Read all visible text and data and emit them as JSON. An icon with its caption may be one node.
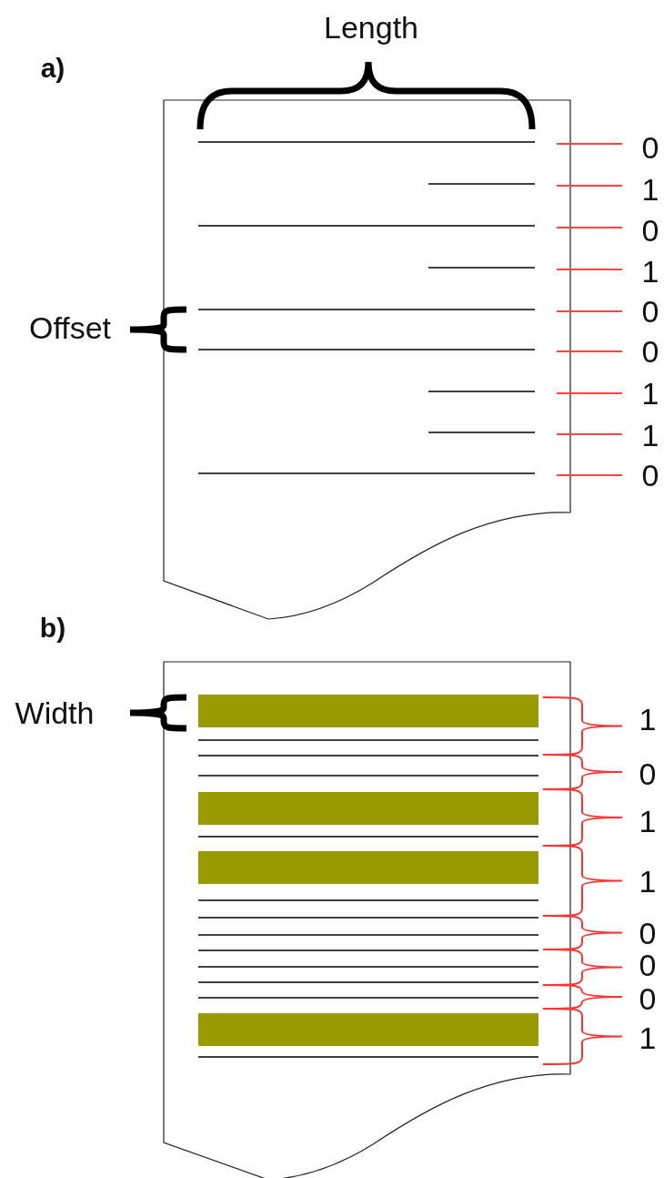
{
  "diagram": {
    "labels": [
      "a)",
      "Length",
      "0",
      "1",
      "0",
      "1",
      "Offset",
      "0",
      "0",
      "1",
      "1",
      "0",
      "b)",
      "Width",
      "1",
      "0",
      "1",
      "1",
      "0",
      "0",
      "0",
      "1"
    ]
  }
}
